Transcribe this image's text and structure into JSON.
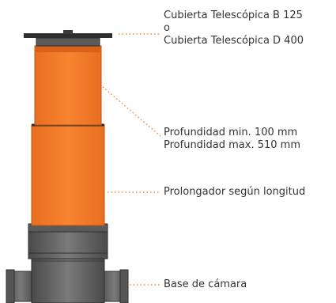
{
  "labels": {
    "cubierta": {
      "line1": "Cubierta Telescópica B 125",
      "line2": "o",
      "line3": "Cubierta Telescópica D 400"
    },
    "profundidad": {
      "min": "Profundidad min. 100 mm",
      "max": "Profundidad max. 510 mm"
    },
    "prolongador": "Prolongador según longitud",
    "base": "Base de cámara"
  },
  "colors": {
    "orange": "#F47B2A",
    "orange_dark": "#D8621A",
    "grey_body": "#6E6E6E",
    "grey_dark": "#3E3E3E",
    "leader": "#F08A3C",
    "text": "#333333"
  }
}
